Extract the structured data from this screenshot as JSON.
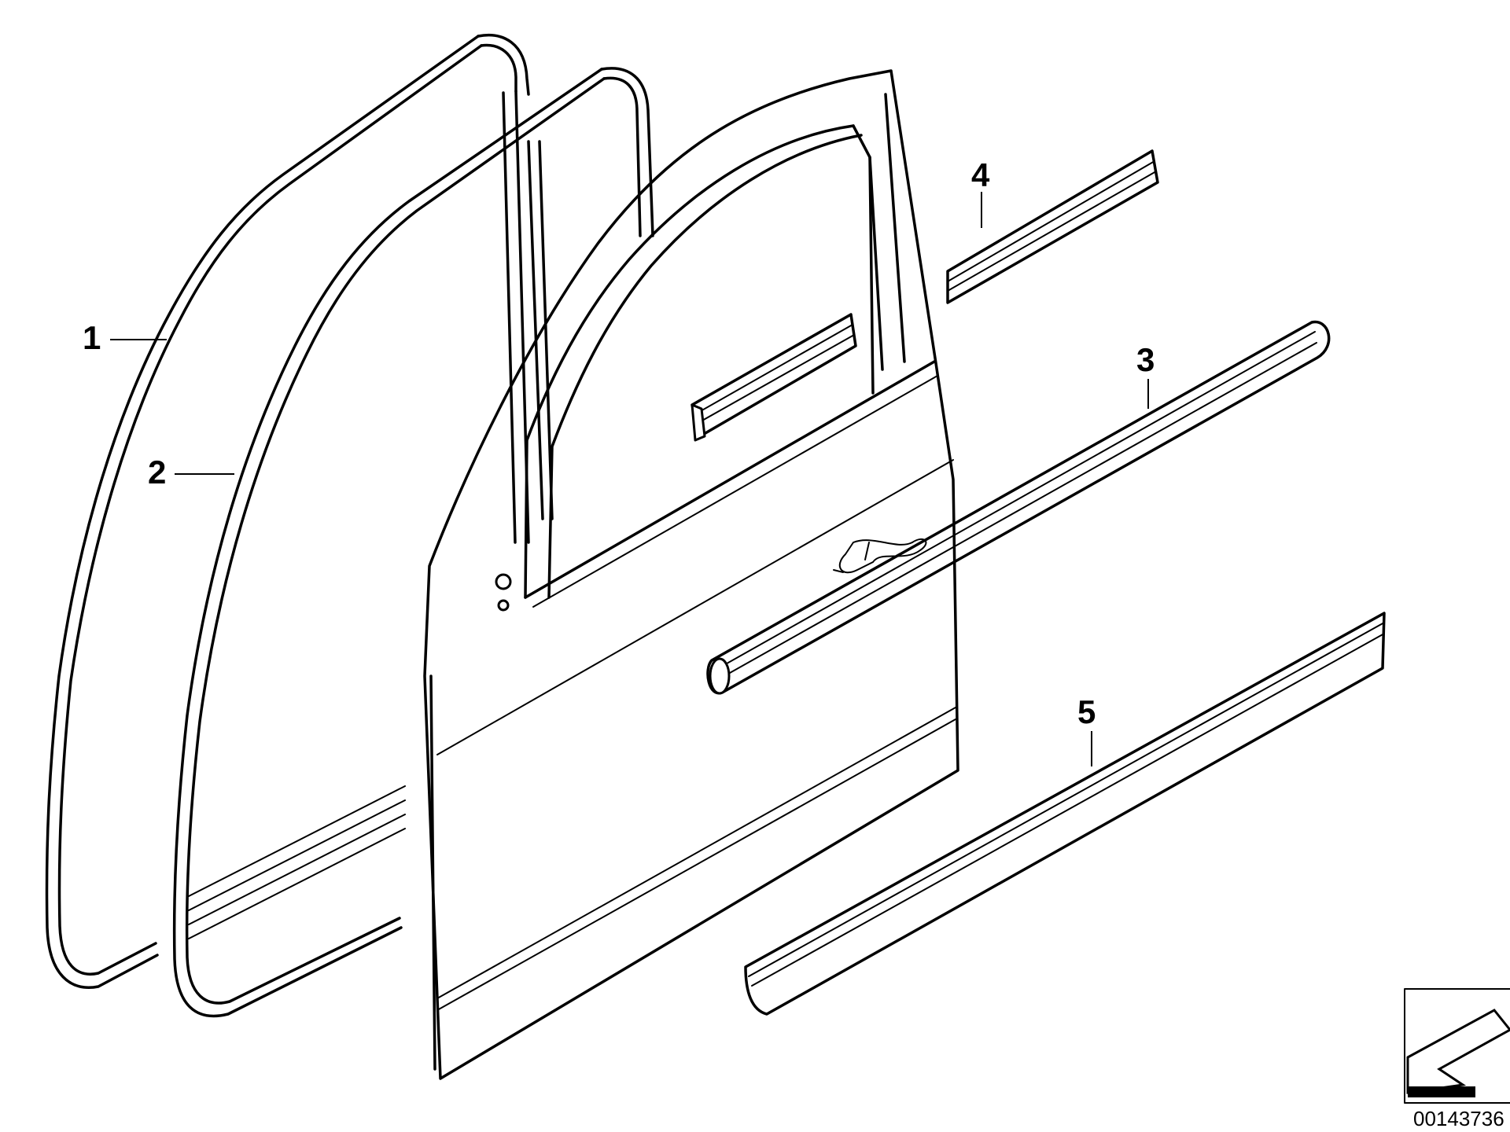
{
  "parts": [
    {
      "label": "1",
      "name": "door-seal-outer"
    },
    {
      "label": "2",
      "name": "door-seal-inner"
    },
    {
      "label": "3",
      "name": "door-trim-strip"
    },
    {
      "label": "4",
      "name": "window-channel-seal"
    },
    {
      "label": "5",
      "name": "lower-door-moulding"
    }
  ],
  "reference_code": "00143736",
  "colors": {
    "line": "#000000",
    "background": "#ffffff"
  },
  "icons": {
    "orientation": "orientation-arrow-icon"
  }
}
